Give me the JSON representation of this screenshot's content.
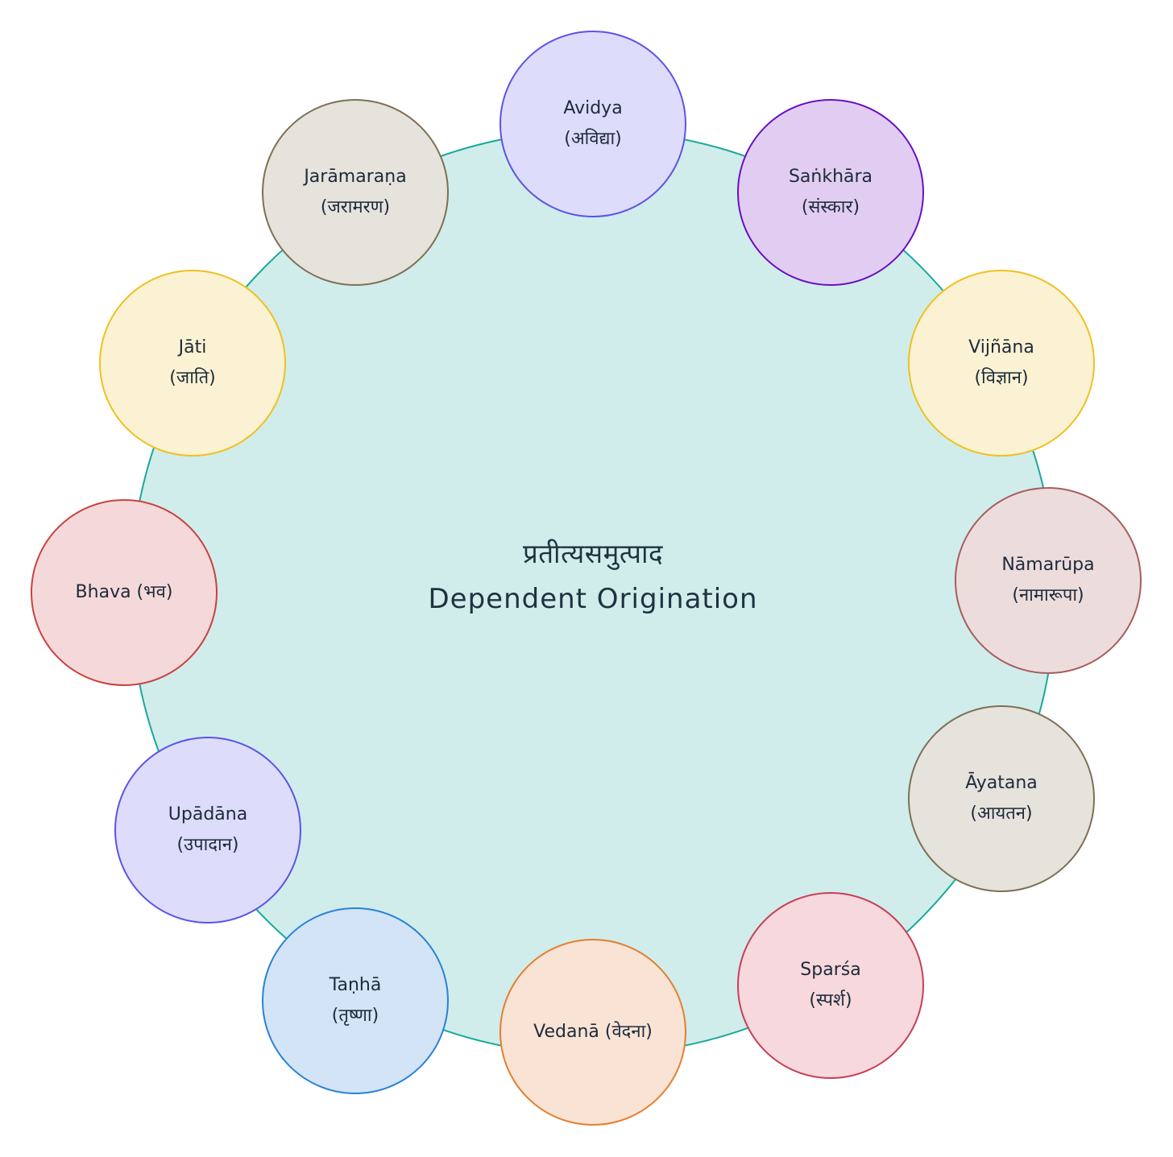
{
  "center": {
    "title": "प्रतीत्यसमुत्पाद",
    "subtitle": "Dependent Origination"
  },
  "colors": {
    "circle_fill": "#d0edeb",
    "circle_stroke": "#1aa99a",
    "text": "#1d2b3a"
  },
  "nodes": [
    {
      "id": "avidya",
      "lines": [
        "Avidya",
        "(अविद्या)"
      ],
      "fill": "#dedcfb",
      "stroke": "#5b54e6"
    },
    {
      "id": "sankhara",
      "lines": [
        "Saṅkhāra",
        "(संस्कार)"
      ],
      "fill": "#e1cdf2",
      "stroke": "#6a0fc4"
    },
    {
      "id": "vijnana",
      "lines": [
        "Vijñāna",
        "(विज्ञान)"
      ],
      "fill": "#fbf2d3",
      "stroke": "#f0c020"
    },
    {
      "id": "namarupa",
      "lines": [
        "Nāmarūpa",
        "(नामारूपा)"
      ],
      "fill": "#eddcdc",
      "stroke": "#a65e5e"
    },
    {
      "id": "ayatana",
      "lines": [
        "Āyatana",
        "(आयतन)"
      ],
      "fill": "#e6e2dc",
      "stroke": "#7d7055"
    },
    {
      "id": "sparsa",
      "lines": [
        "Sparśa",
        "(स्पर्श)"
      ],
      "fill": "#f6d8dd",
      "stroke": "#c83e57"
    },
    {
      "id": "vedana",
      "lines": [
        "Vedanā (वेदना)"
      ],
      "fill": "#f9e3d5",
      "stroke": "#e57f2e"
    },
    {
      "id": "tanha",
      "lines": [
        "Taṇhā",
        "(तृष्णा)"
      ],
      "fill": "#d2e4f5",
      "stroke": "#2a82d8"
    },
    {
      "id": "upadana",
      "lines": [
        "Upādāna",
        "(उपादान)"
      ],
      "fill": "#dedcfb",
      "stroke": "#5b54e6"
    },
    {
      "id": "bhava",
      "lines": [
        "Bhava (भव)"
      ],
      "fill": "#f5d9da",
      "stroke": "#c9423f"
    },
    {
      "id": "jati",
      "lines": [
        "Jāti",
        "(जाति)"
      ],
      "fill": "#fbf2d3",
      "stroke": "#f0c020"
    },
    {
      "id": "jaramarana",
      "lines": [
        "Jarāmaraṇa",
        "(जरामरण)"
      ],
      "fill": "#e6e2dc",
      "stroke": "#7d7055"
    }
  ]
}
